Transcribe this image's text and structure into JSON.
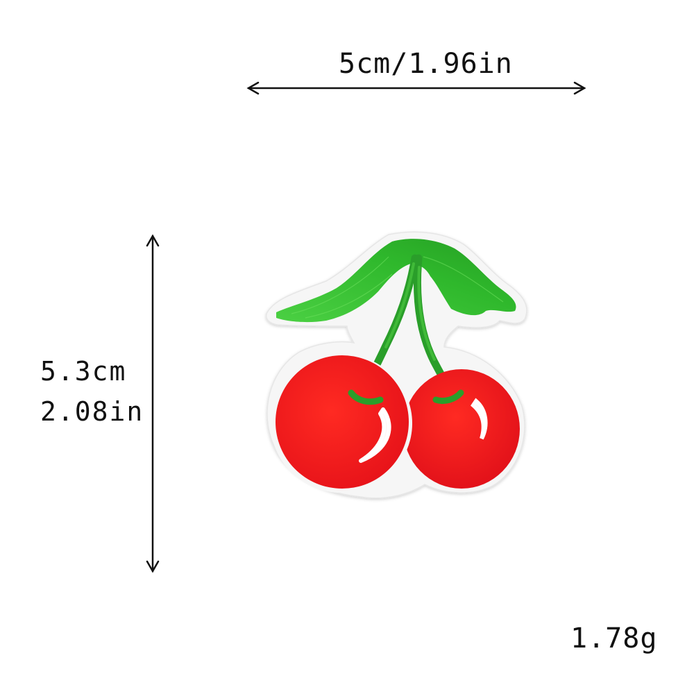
{
  "dimensions": {
    "width_label": "5cm/1.96in",
    "height_cm_label": "5.3cm",
    "height_in_label": "2.08in"
  },
  "weight_label": "1.78g",
  "product": {
    "icon": "cherry-patch-icon"
  },
  "colors": {
    "cherry_red": "#ff1f1f",
    "cherry_red_dark": "#d90f14",
    "leaf_green": "#2fb82c",
    "leaf_green_light": "#58d64c",
    "stem_green": "#2a9e2a",
    "patch_border": "#f4f4f4",
    "highlight": "#fff3f3",
    "arrow": "#111111"
  }
}
